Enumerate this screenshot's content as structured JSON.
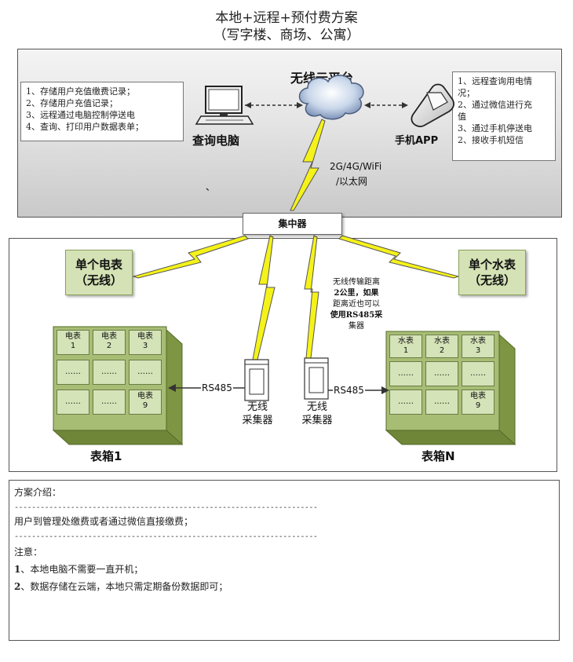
{
  "title": {
    "line1": "本地+远程+预付费方案",
    "line2": "（写字楼、商场、公寓）"
  },
  "cloud": {
    "label": "无线云平台",
    "link_label_1": "2G/4G/WiFi",
    "link_label_2": "/以太网"
  },
  "computer": {
    "label": "查询电脑",
    "notes": [
      "1、存储用户充值缴费记录；",
      "2、存储用户充值记录；",
      "3、远程通过电脑控制停送电",
      "4、查询、打印用户数据表单；"
    ]
  },
  "phone": {
    "label": "手机APP",
    "notes": [
      "1、远程查询用电情",
      "况；",
      "2、通过微信进行充",
      "值",
      "3、通过手机停送电",
      "2、接收手机短信"
    ]
  },
  "stray_mark": "、",
  "hub": {
    "label": "集中器"
  },
  "single_meters": {
    "electric": {
      "line1": "单个电表",
      "line2": "（无线）"
    },
    "water": {
      "line1": "单个水表",
      "line2": "（无线）"
    }
  },
  "range_note": {
    "lines": [
      "无线传输距离",
      "2公里，如果",
      "距离近也可以",
      "使用RS485采",
      "集器"
    ]
  },
  "cabinet_left": {
    "label": "表箱1",
    "cells": [
      [
        "电表\n1",
        "电表\n2",
        "电表\n3"
      ],
      [
        "……",
        "……",
        "……"
      ],
      [
        "……",
        "……",
        "电表\n9"
      ]
    ]
  },
  "cabinet_right": {
    "label": "表箱N",
    "cells": [
      [
        "水表\n1",
        "水表\n2",
        "水表\n3"
      ],
      [
        "……",
        "……",
        "……"
      ],
      [
        "……",
        "……",
        "电表\n9"
      ]
    ]
  },
  "collectors": {
    "left": {
      "line1": "无线",
      "line2": "采集器",
      "bus": "RS485"
    },
    "right": {
      "line1": "无线",
      "line2": "采集器",
      "bus": "RS485"
    }
  },
  "intro": {
    "heading": "方案介绍：",
    "separator": "----------------------------------------------------------------------",
    "text": "用户到管理处缴费或者通过微信直接缴费；",
    "note_heading": "注意：",
    "note_1_num": "1",
    "note_1": "、本地电脑不需要一直开机；",
    "note_2_num": "2",
    "note_2": "、数据存储在云端，本地只需定期备份数据即可；"
  },
  "colors": {
    "meter_green": "#d4e2b5",
    "cabinet_green": "#9fb56a",
    "lightning_yellow": "#f5f21a"
  }
}
